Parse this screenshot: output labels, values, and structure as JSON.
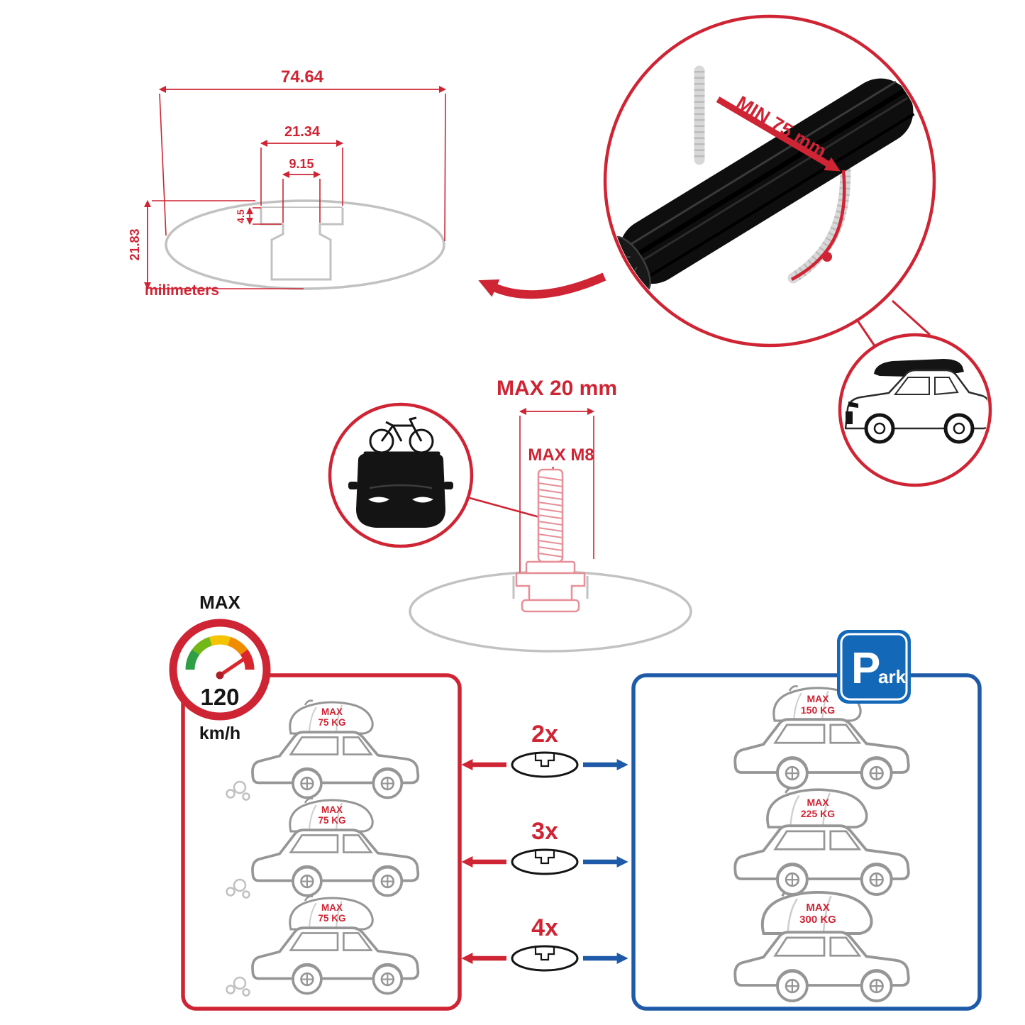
{
  "colors": {
    "red": "#cf2434",
    "blue": "#1e5aa8",
    "park_blue": "#1468b8",
    "gray": "#c2c2c2",
    "car_gray": "#969696",
    "black": "#141414"
  },
  "profile_drawing": {
    "width_total": "74.64",
    "upper_channel_width": "21.34",
    "inner_channel_width": "9.15",
    "lip_depth": "4.5",
    "total_height": "21.83",
    "unit_label": "milimeters"
  },
  "closeup": {
    "min_label": "MIN 75 mm"
  },
  "bolt": {
    "max_width_label": "MAX 20 mm",
    "max_thread_label": "MAX M8"
  },
  "speed": {
    "max_label": "MAX",
    "value": "120",
    "unit": "km/h"
  },
  "park_sign": {
    "letter": "P",
    "rest": "ark"
  },
  "panels": {
    "multipliers": [
      "2x",
      "3x",
      "4x"
    ],
    "driving": [
      {
        "max": "MAX",
        "kg": "75 KG"
      },
      {
        "max": "MAX",
        "kg": "75 KG"
      },
      {
        "max": "MAX",
        "kg": "75 KG"
      }
    ],
    "parked": [
      {
        "max": "MAX",
        "kg": "150 KG"
      },
      {
        "max": "MAX",
        "kg": "225 KG"
      },
      {
        "max": "MAX",
        "kg": "300 KG"
      }
    ]
  }
}
